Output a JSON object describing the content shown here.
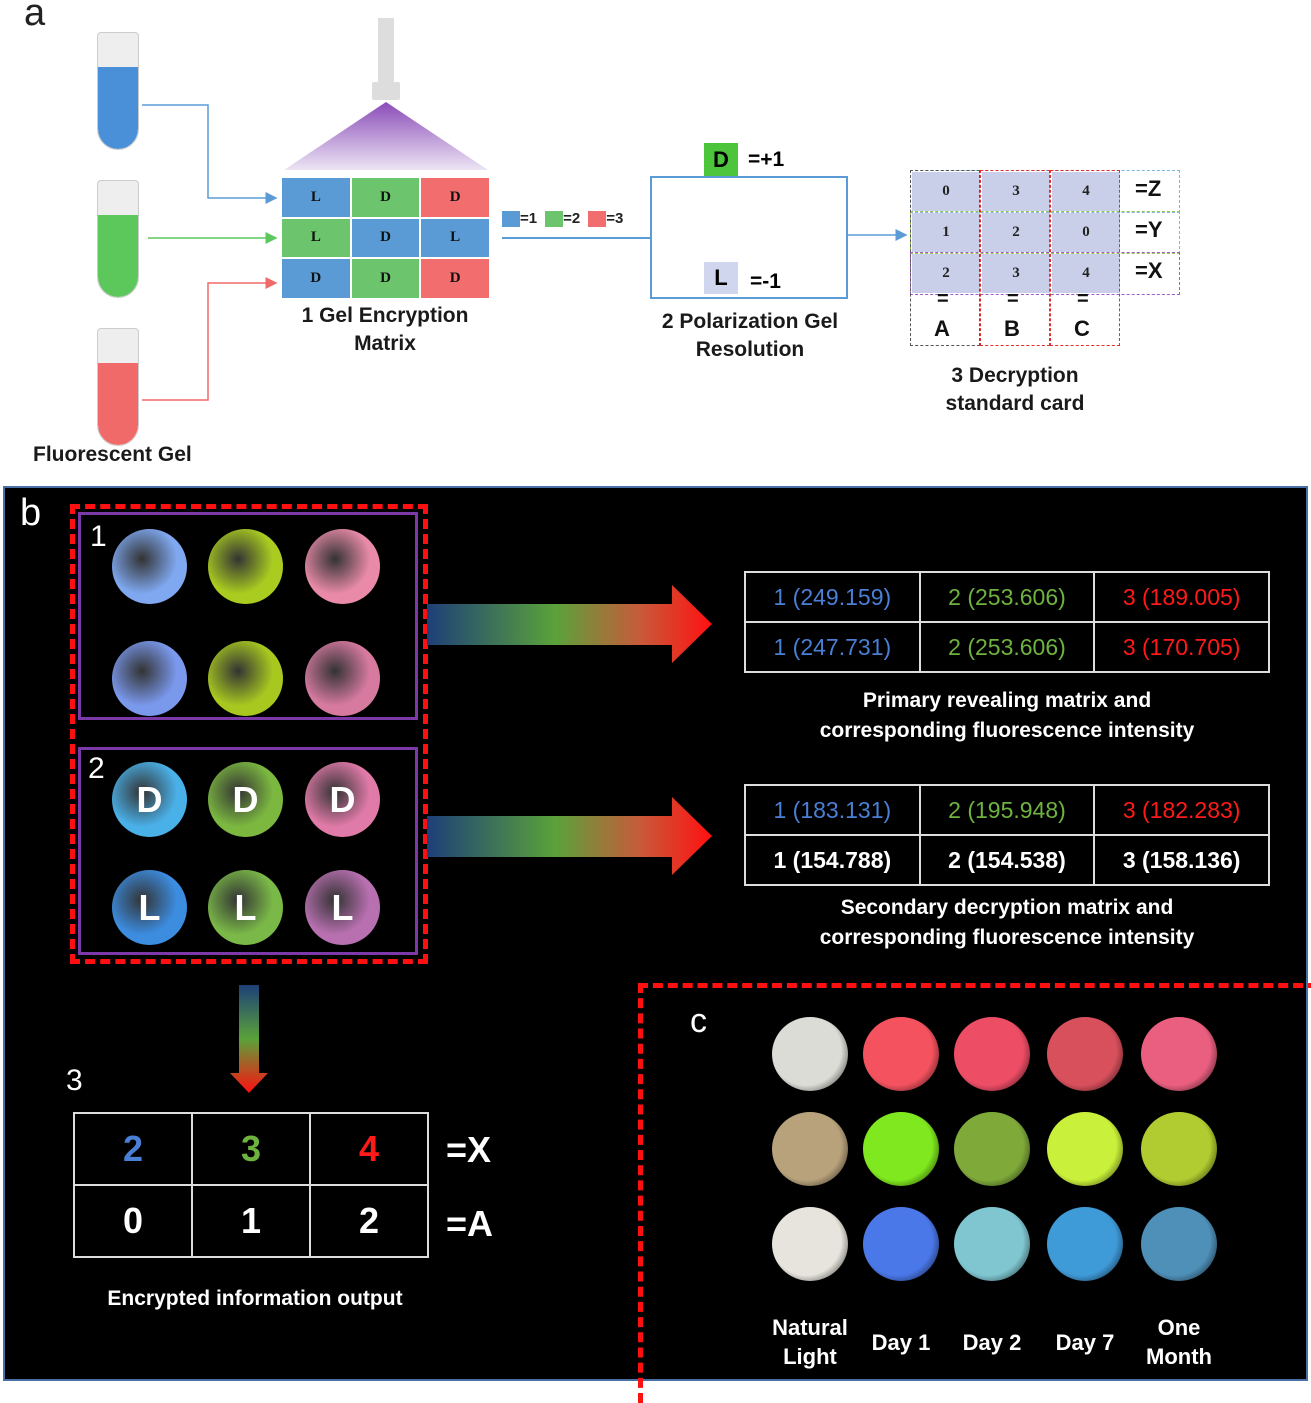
{
  "panel_a": {
    "label": "a",
    "tubes_caption": "Fluorescent Gel",
    "tube_colors": [
      "#4a90d9",
      "#5cc85c",
      "#f06a6a"
    ],
    "encryption_matrix": {
      "caption_line1": "1 Gel Encryption",
      "caption_line2": "Matrix",
      "cells": [
        {
          "letter": "L",
          "color": "#5b9bd5"
        },
        {
          "letter": "D",
          "color": "#6cc46c"
        },
        {
          "letter": "D",
          "color": "#f26d6d"
        },
        {
          "letter": "L",
          "color": "#6cc46c"
        },
        {
          "letter": "D",
          "color": "#5b9bd5"
        },
        {
          "letter": "L",
          "color": "#5b9bd5"
        },
        {
          "letter": "D",
          "color": "#5b9bd5"
        },
        {
          "letter": "D",
          "color": "#6cc46c"
        },
        {
          "letter": "D",
          "color": "#f26d6d"
        }
      ]
    },
    "color_legend": [
      {
        "color": "#5b9bd5",
        "label": "=1"
      },
      {
        "color": "#6cc46c",
        "label": "=2"
      },
      {
        "color": "#f26d6d",
        "label": "=3"
      }
    ],
    "polarization": {
      "d_letter": "D",
      "d_value": "=+1",
      "d_color": "#4cc43c",
      "l_letter": "L",
      "l_value": "=-1",
      "l_color": "#d0d6ee",
      "caption_line1": "2 Polarization Gel",
      "caption_line2": "Resolution"
    },
    "decryption_card": {
      "rows": [
        {
          "values": [
            "0",
            "3",
            "4"
          ],
          "label": "=Z"
        },
        {
          "values": [
            "1",
            "2",
            "0"
          ],
          "label": "=Y"
        },
        {
          "values": [
            "2",
            "3",
            "4"
          ],
          "label": "=X"
        }
      ],
      "columns": [
        "A",
        "B",
        "C"
      ],
      "equals": "=",
      "caption_line1": "3 Decryption",
      "caption_line2": "standard card"
    }
  },
  "panel_b": {
    "label": "b",
    "group1_label": "1",
    "group2_label": "2",
    "group2_letters": [
      "D",
      "D",
      "D",
      "L",
      "L",
      "L"
    ],
    "primary_table": {
      "rows": [
        [
          "1 (249.159)",
          "2 (253.606)",
          "3 (189.005)"
        ],
        [
          "1 (247.731)",
          "2 (253.606)",
          "3 (170.705)"
        ]
      ],
      "caption_line1": "Primary revealing matrix and",
      "caption_line2": "corresponding fluorescence intensity"
    },
    "secondary_table": {
      "rows": [
        [
          "1 (183.131)",
          "2 (195.948)",
          "3 (182.283)"
        ],
        [
          "1 (154.788)",
          "2 (154.538)",
          "3 (158.136)"
        ]
      ],
      "caption_line1": "Secondary decryption matrix and",
      "caption_line2": "corresponding fluorescence intensity"
    },
    "output": {
      "label": "3",
      "rows": [
        {
          "values": [
            "2",
            "3",
            "4"
          ],
          "label": "=X"
        },
        {
          "values": [
            "0",
            "1",
            "2"
          ],
          "label": "=A"
        }
      ],
      "caption": "Encrypted information output"
    },
    "text_colors": {
      "blue": "#4a7fd6",
      "green": "#6fb33f",
      "red": "#ff1a1a",
      "white": "#ffffff"
    }
  },
  "panel_c": {
    "label": "c",
    "columns": [
      "Natural\nLight",
      "Day 1",
      "Day 2",
      "Day 7",
      "One\nMonth"
    ],
    "column_line1": [
      "Natural",
      "Day 1",
      "Day 2",
      "Day 7",
      "One"
    ],
    "column_line2": [
      "Light",
      "",
      "",
      "",
      "Month"
    ],
    "sample_colors": [
      [
        "#dcdcd6",
        "#f4525e",
        "#ee4d66",
        "#d8505c",
        "#ea5f80"
      ],
      [
        "#b8a27c",
        "#7fe81e",
        "#7faa3a",
        "#c9f03a",
        "#b0cc30"
      ],
      [
        "#e6e4dc",
        "#4a78e8",
        "#7fc6d0",
        "#3f9ad8",
        "#4e90b8"
      ]
    ]
  }
}
